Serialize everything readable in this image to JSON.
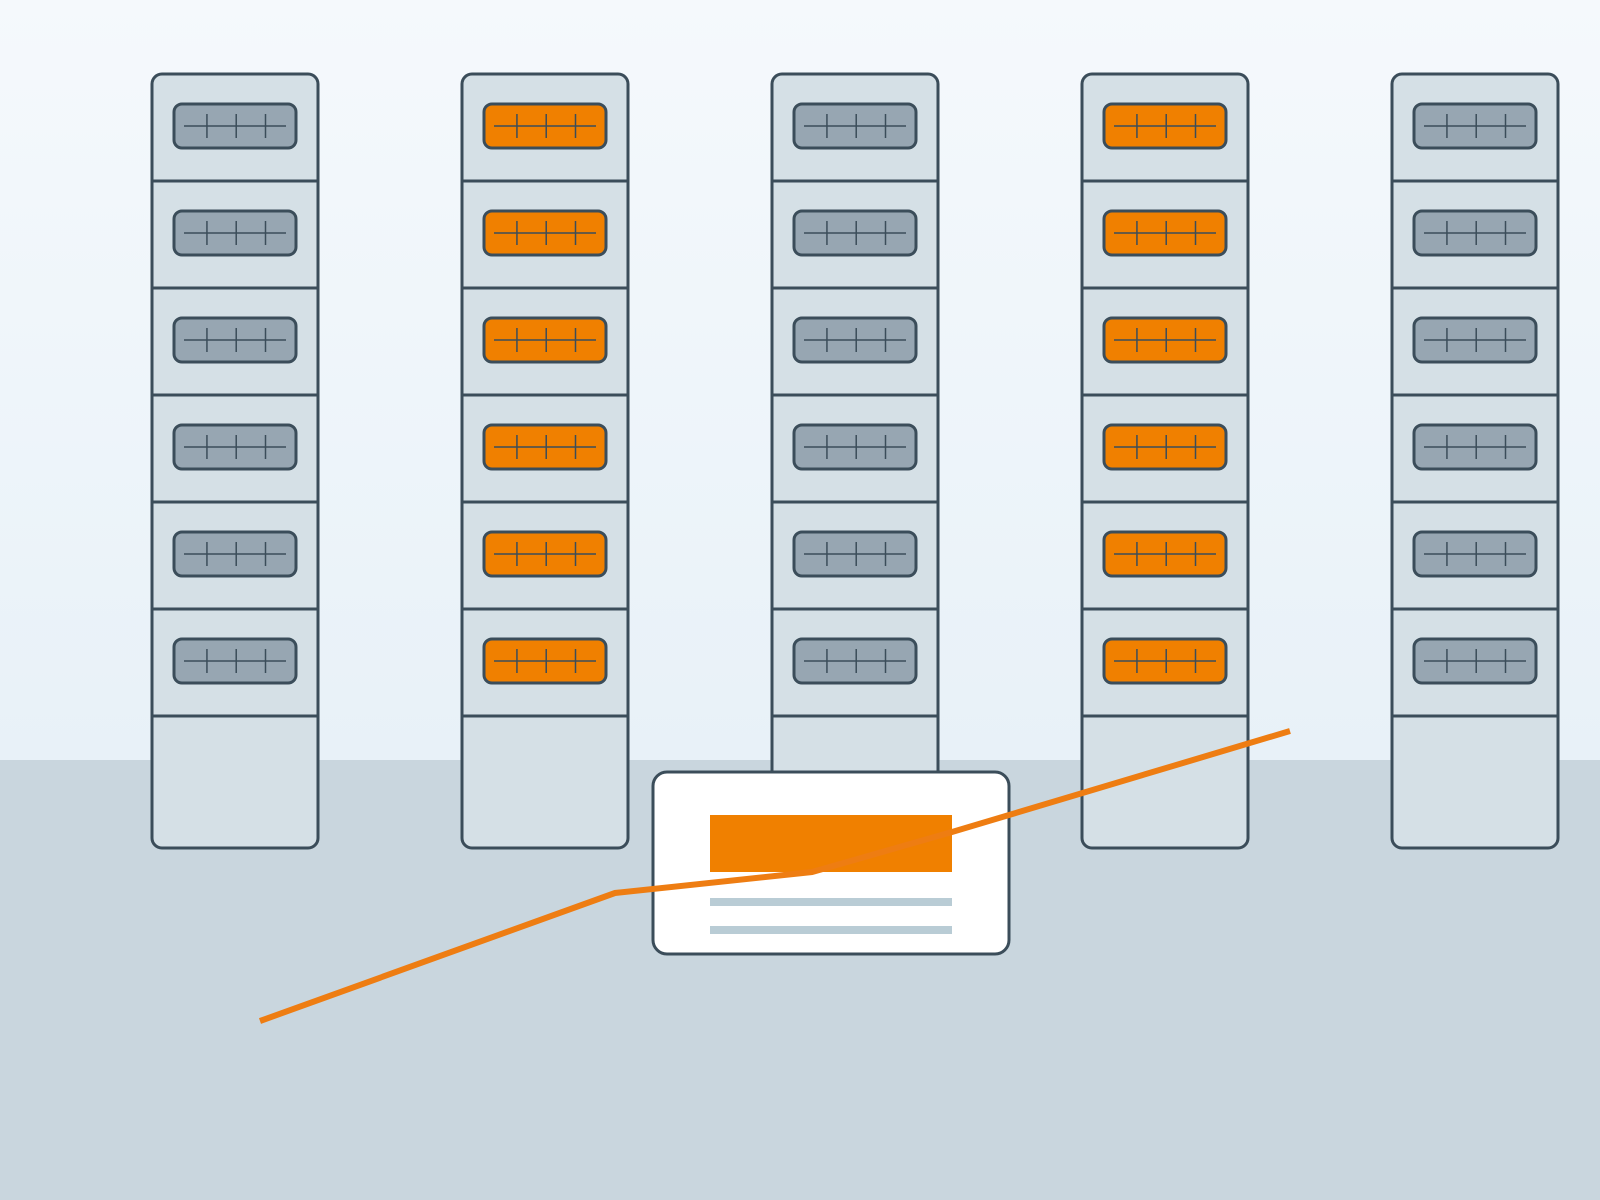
{
  "scene": {
    "colors": {
      "sky_top": "#f5f9fc",
      "sky_bottom": "#e8f1f8",
      "floor": "#c9d6de",
      "outline": "#3b4d5a",
      "rack_body": "#d5e0e6",
      "slot_inactive": "#97a6b2",
      "slot_active": "#f08000",
      "card_bg": "#ffffff",
      "card_lines": "#b9ccd5",
      "trend_line": "#ee7d12"
    },
    "racks": [
      {
        "state": "inactive"
      },
      {
        "state": "active"
      },
      {
        "state": "inactive"
      },
      {
        "state": "active"
      },
      {
        "state": "inactive"
      }
    ],
    "slots_per_rack": 6,
    "card": {
      "header_bar_icon": "orange-header-block",
      "text_line_icons": [
        "text-line",
        "text-line"
      ]
    },
    "trend_icon": "trend-line"
  }
}
